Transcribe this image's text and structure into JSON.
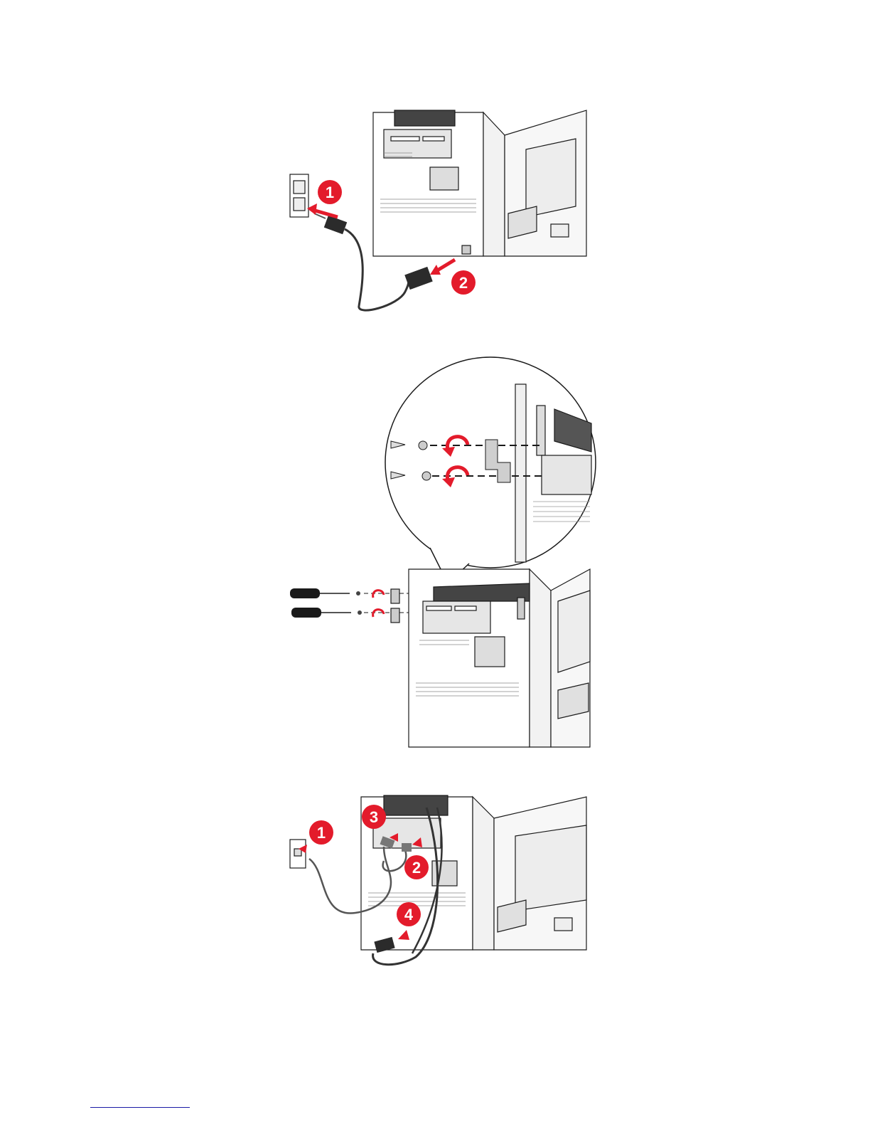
{
  "colors": {
    "accent_red": "#e31b2b",
    "line": "#1a1a1a",
    "grey_fill": "#d9d9d9",
    "dark_fill": "#2b2b2b"
  },
  "figure1": {
    "callouts": [
      "1",
      "2"
    ]
  },
  "figure2": {
    "magnifier": "zoom-detail-circle"
  },
  "figure3": {
    "callouts": [
      "1",
      "2",
      "3",
      "4"
    ]
  }
}
